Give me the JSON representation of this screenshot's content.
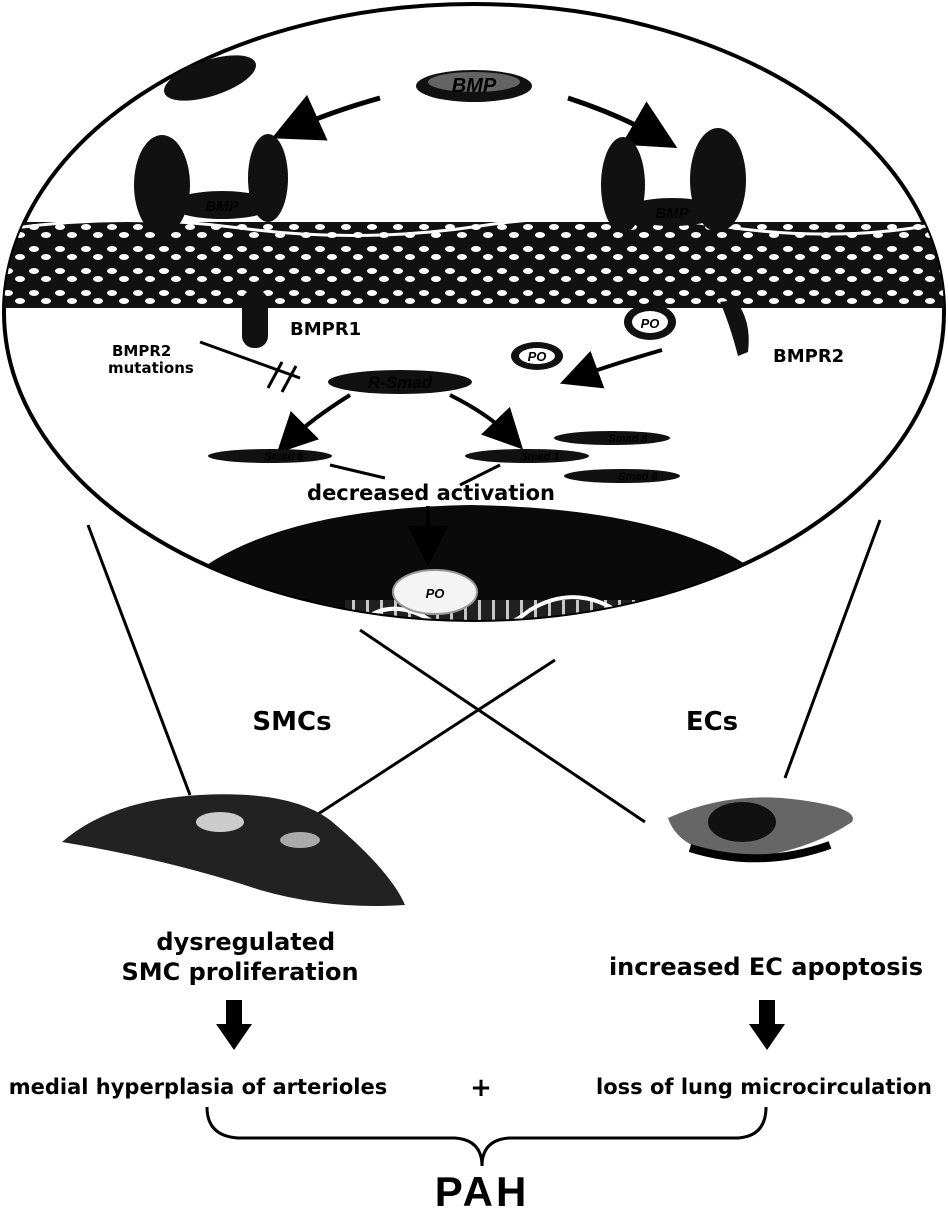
{
  "ligand": {
    "top": "BMP",
    "left_bound": "BMP",
    "right_bound": "BMP"
  },
  "receptors": {
    "type1": "BMPR1",
    "type2": "BMPR2",
    "mutation": "BMPR2\nmutations"
  },
  "signaling": {
    "phospho_left": "PO",
    "phospho_right": "PO",
    "phospho_nucleus": "PO",
    "r_smad": "R-Smad",
    "smad_a": "Smad 8",
    "smad_b": "Smad 1",
    "smad_c": "Smad 8",
    "smad_d": "Smad 8",
    "activation_text": "decreased activation"
  },
  "cells": {
    "smc_label": "SMCs",
    "ec_label": "ECs"
  },
  "outcomes": {
    "smc_effect": "dysregulated\nSMC proliferation",
    "ec_effect": "increased EC apoptosis",
    "smc_result": "medial hyperplasia of arterioles",
    "plus": "+",
    "ec_result": "loss of lung microcirculation"
  },
  "conclusion": "PAH"
}
